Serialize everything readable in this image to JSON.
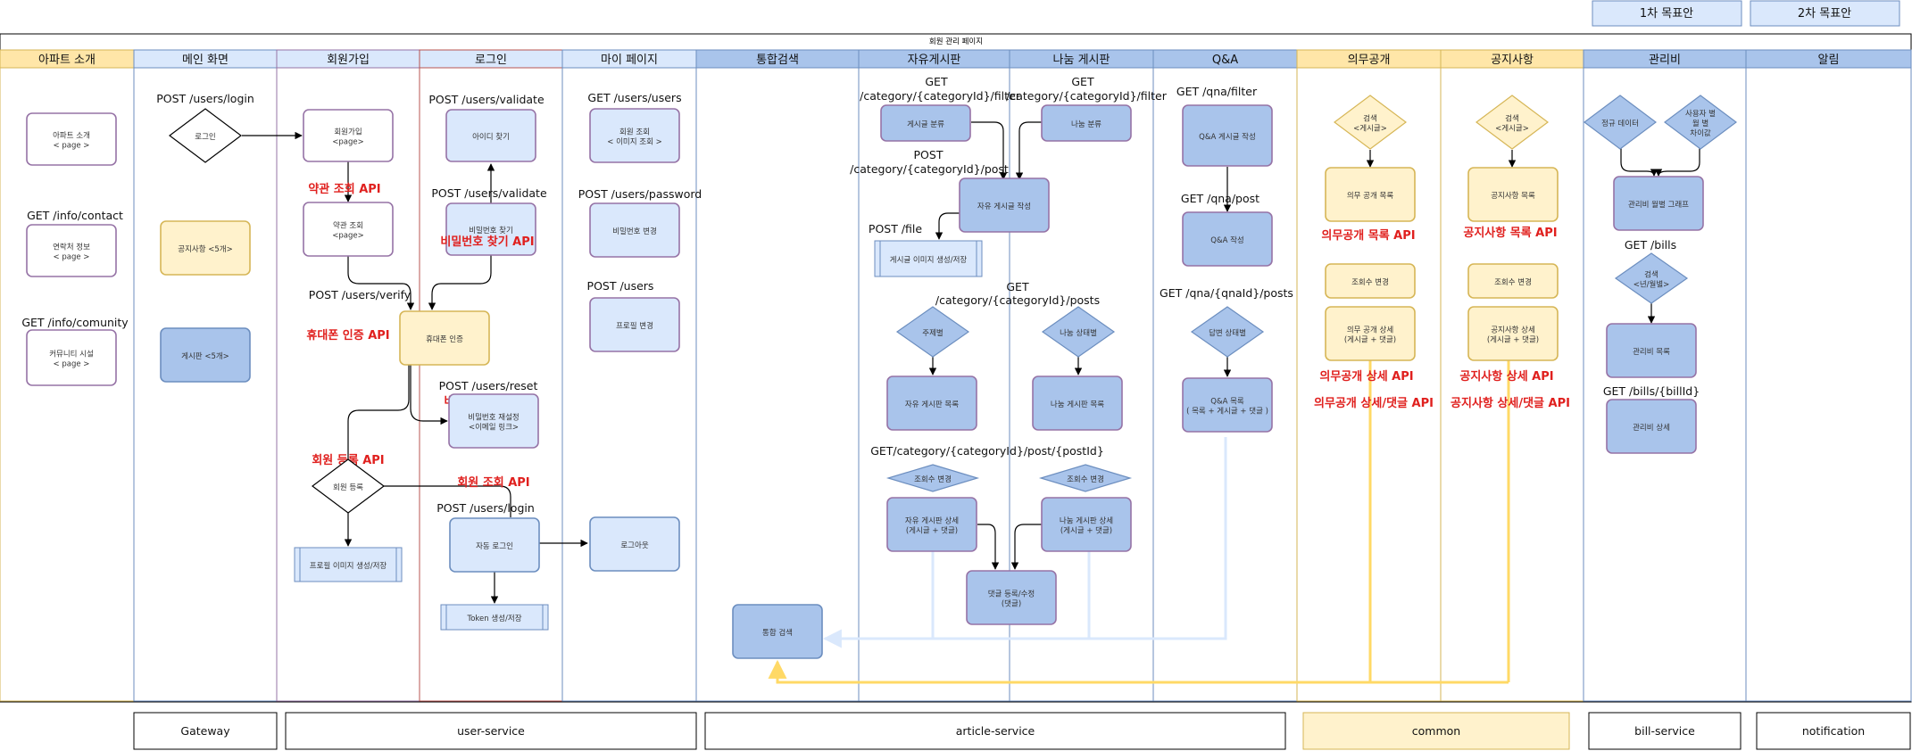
{
  "title": "회원 관리 페이지",
  "legend": {
    "first": "1차 목표안",
    "second": "2차 목표안"
  },
  "columns": [
    "아파트 소개",
    "메인 화면",
    "회원가입",
    "로그인",
    "마이 페이지",
    "통합검색",
    "자유게시판",
    "나눔 게시판",
    "Q&A",
    "의무공개",
    "공지사항",
    "관리비",
    "알림"
  ],
  "services": [
    "Gateway",
    "user-service",
    "article-service",
    "common",
    "bill-service",
    "notification"
  ],
  "colors": {
    "purple_border": "#9673a6",
    "blue_fill": "#a9c4eb",
    "light_blue": "#dae8fc",
    "yellow_fill": "#fff2cc",
    "yellow_header": "#ffe6a8",
    "orange_line": "#ffd966",
    "red_text": "#e0201e"
  },
  "apartment": {
    "intro": [
      "아파트 소개",
      "< page >"
    ],
    "contact_api": "GET /info/contact",
    "contact": [
      "연락처 정보",
      "< page >"
    ],
    "community_api": "GET /info/comunity",
    "community": [
      "커뮤니티 시설",
      "< page >"
    ]
  },
  "main": {
    "login_api": "POST /users/login",
    "login": "로그인",
    "notice5": "공지사항 <5개>",
    "board5": "게시판 <5개>"
  },
  "signup": {
    "signup_box": [
      "회원가입",
      "<page>"
    ],
    "terms_api": "약관 조회 API",
    "terms_box": [
      "약관 조회",
      "<page>"
    ],
    "verify_api": "POST /users/verify",
    "phone_api": "휴대폰 인증 API",
    "register_api": "회원 등록 API",
    "register": "회원 등록",
    "profile_save": "프로필 이미지 생성/저장"
  },
  "login": {
    "validate_api1": "POST /users/validate",
    "find_id": "아이디 찾기",
    "validate_api2": "POST /users/validate",
    "find_pw": "비밀번호 찾기",
    "find_pw_api": "비밀번호 찾기 API",
    "phone_verify": "휴대폰 인증",
    "reset_api": "POST /users/reset",
    "reset_red": "비밀번호 설정 API",
    "reset_box": [
      "비밀번호 재설정",
      "<이메일 링크>"
    ],
    "member_lookup": "회원 조회 API",
    "login_api": "POST /users/login",
    "auto_login": "자동 로그인",
    "token": "Token 생성/저장"
  },
  "mypage": {
    "users_api": "GET /users/users",
    "member_view": [
      "회원 조회",
      "< 이미지 조회 >"
    ],
    "password_api": "POST /users/password",
    "pw_change": "비밀번호 변경",
    "users_post": "POST /users",
    "profile_change": "프로필 변경",
    "logout": "로그아웃"
  },
  "search": {
    "total": "통합 검색"
  },
  "free": {
    "filter_api": [
      "GET",
      "/category/{categoryId}/filter"
    ],
    "category": "게시글 분류",
    "post_api": [
      "POST",
      "/category/{categoryId}/post"
    ],
    "write": "자유 게시글 작성",
    "file_api": "POST /file",
    "image_save": "게시글 이미지 생성/저장",
    "posts_api": [
      "GET",
      "/category/{categoryId}/posts"
    ],
    "by_subject": "주제별",
    "list": "자유 게시판 목록",
    "detail_api": "GET/category/{categoryId}/post/{postId}",
    "views": "조회수 변경",
    "detail": [
      "자유 게시판 상세",
      "(게시글 + 댓글)"
    ],
    "comment": [
      "댓글 등록/수정",
      "(댓글)"
    ]
  },
  "share": {
    "filter_api": [
      "GET",
      "/category/{categoryId}/filter"
    ],
    "category": "나눔 분류",
    "by_state": "나눔 상태별",
    "list": "나눔 게시판 목록",
    "views": "조회수 변경",
    "detail": [
      "나눔 게시판 상세",
      "(게시글 + 댓글)"
    ]
  },
  "qna": {
    "filter_api": "GET /qna/filter",
    "write_box": "Q&A 게시글 작성",
    "post_api": "GET /qna/post",
    "write": "Q&A 작성",
    "posts_api": "GET /qna/{qnaId}/posts",
    "by_answer": "답변 상태별",
    "list": [
      "Q&A 목록",
      "( 목록 + 게시글 + 댓글 )"
    ]
  },
  "duty": {
    "search": [
      "검색",
      "<게시글>"
    ],
    "list": "의무 공개 목록",
    "list_api": "의무공개 목록  API",
    "views": "조회수 변경",
    "detail": [
      "의무 공개 상세",
      "(게시글 + 댓글)"
    ],
    "detail_api": "의무공개 상세  API",
    "detail_comment_api": "의무공개 상세/댓글  API"
  },
  "notice": {
    "search": [
      "검색",
      "<게시글>"
    ],
    "list": "공지사항 목록",
    "list_api": "공지사항 목록  API",
    "views": "조회수 변경",
    "detail": [
      "공지사항 상세",
      "(게시글 + 댓글)"
    ],
    "detail_api": "공지사항 상세  API",
    "detail_comment_api": "공지사항 상세/댓글  API"
  },
  "bill": {
    "regular": "정규 데이터",
    "by_user": [
      "사용자 별",
      "월 별",
      "차이값"
    ],
    "graph": "관리비 월별 그래프",
    "bills_api": "GET /bills",
    "search": [
      "검색",
      "<년/월별>"
    ],
    "list": "관리비 목록",
    "detail_api": "GET /bills/{billId}",
    "detail": "관리비 상세"
  }
}
